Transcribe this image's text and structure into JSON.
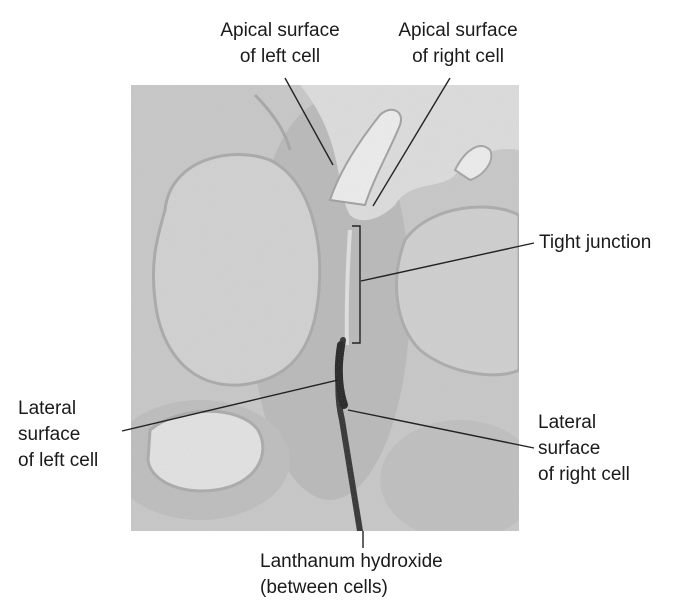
{
  "labels": {
    "apical_left": [
      "Apical surface",
      "of left cell"
    ],
    "apical_right": [
      "Apical surface",
      "of right cell"
    ],
    "tight_junction": "Tight junction",
    "lateral_left": [
      "Lateral",
      "surface",
      "of left cell"
    ],
    "lateral_right": [
      "Lateral",
      "surface",
      "of right cell"
    ],
    "lanthanum": [
      "Lanthanum hydroxide",
      "(between cells)"
    ]
  },
  "colors": {
    "micrograph_bg": "#c9c9c9",
    "leader_line": "#222222",
    "stain": "#2b2b2b"
  }
}
